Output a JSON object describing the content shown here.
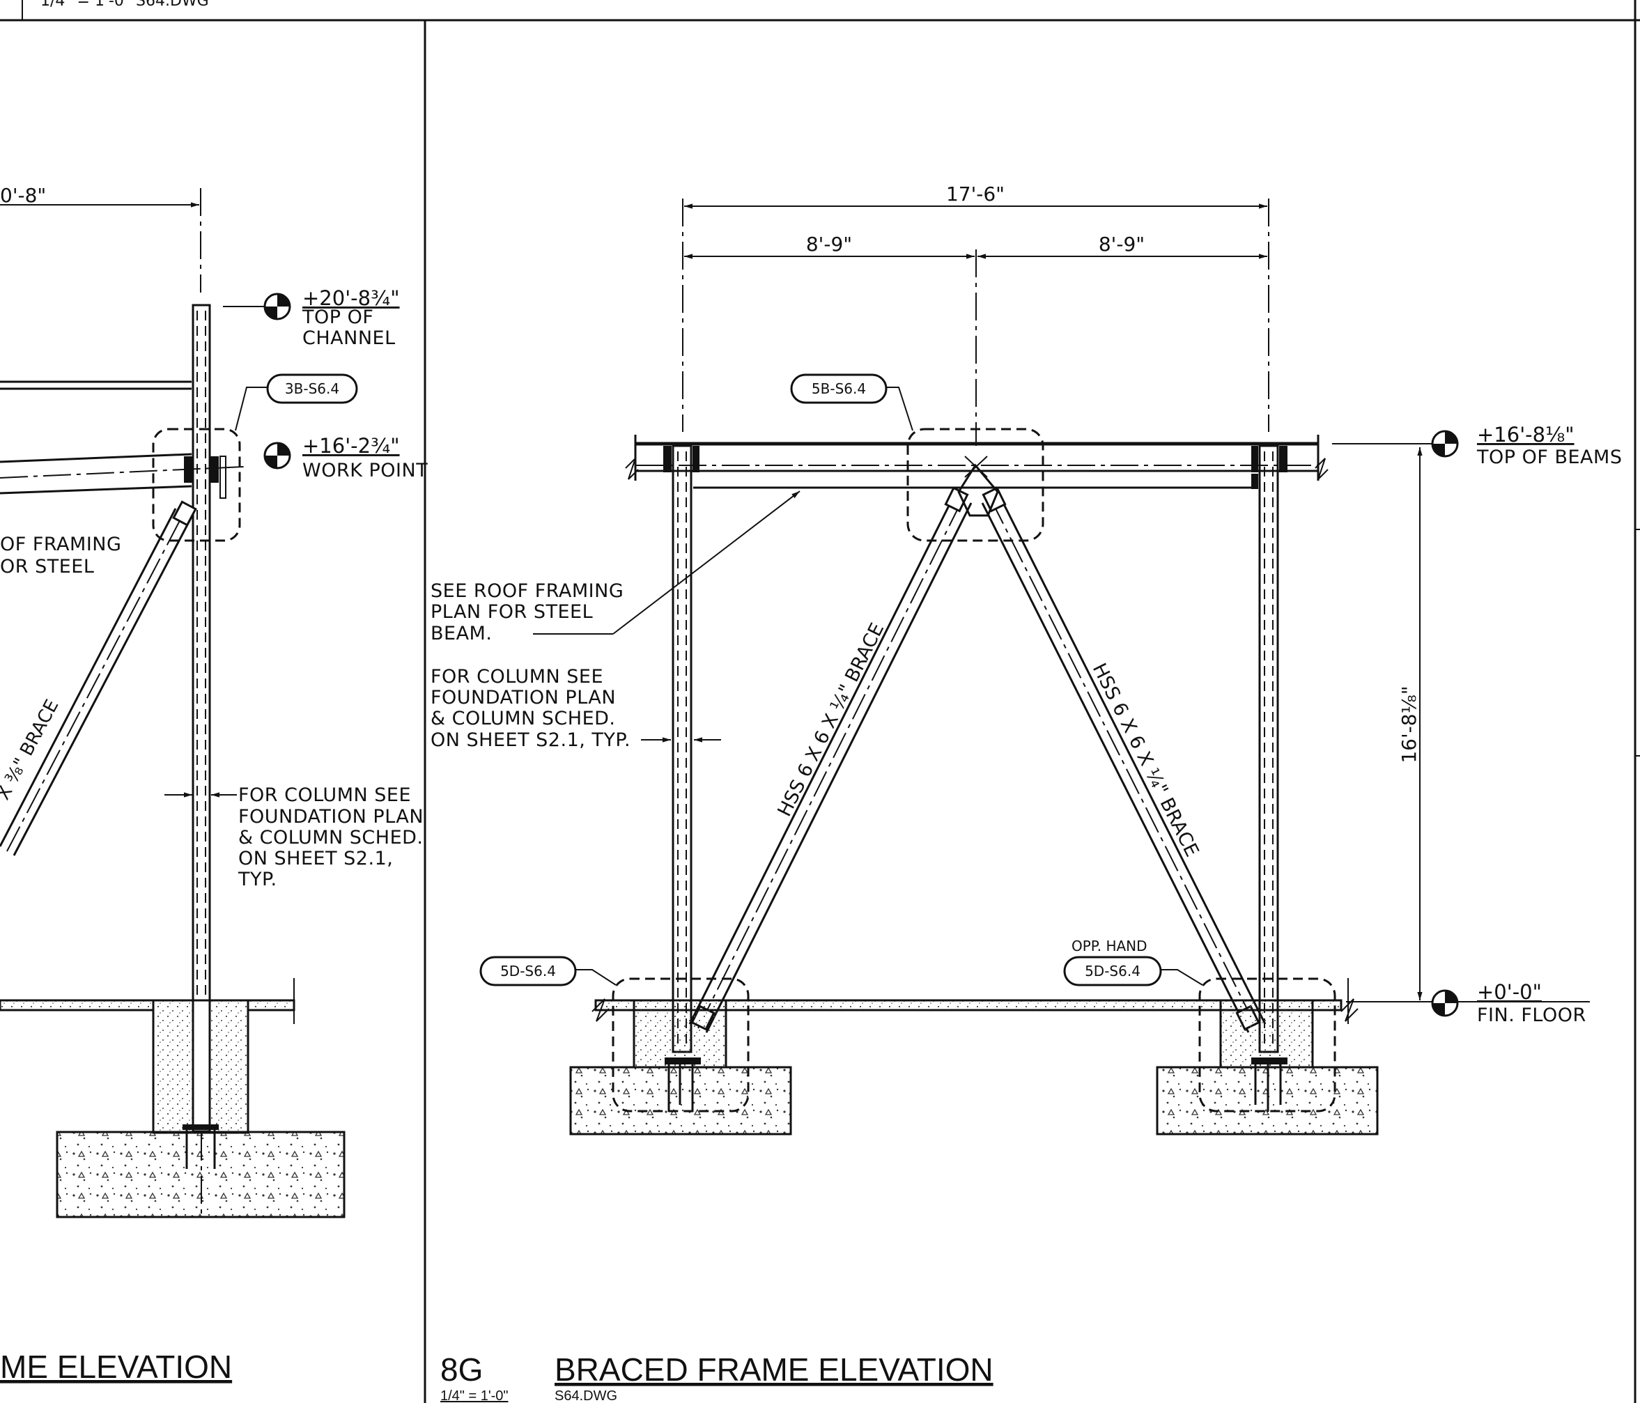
{
  "left_panel": {
    "top_ref_partial": "1/4\" = 1'-0\"    S64.DWG",
    "dim_partial": "0'-8\"",
    "elev_top_channel": {
      "value": "+20'-8¾\"",
      "line1": "TOP OF",
      "line2": "CHANNEL"
    },
    "elev_work_point": {
      "value": "+16'-2¾\"",
      "line1": "WORK POINT"
    },
    "tag_3b": "3B-S6.4",
    "roof_note_partial": [
      "OF FRAMING",
      "OR STEEL"
    ],
    "brace_partial": "X ⅜\" BRACE",
    "column_note": [
      "FOR COLUMN SEE",
      "FOUNDATION PLAN",
      "& COLUMN SCHED.",
      "ON SHEET S2.1,",
      "TYP."
    ],
    "title_partial": "ME ELEVATION"
  },
  "right_panel": {
    "dim_overall": "17'-6\"",
    "dim_left_half": "8'-9\"",
    "dim_right_half": "8'-9\"",
    "dim_height": "16'-8⅛\"",
    "tag_5b": "5B-S6.4",
    "tag_5d_left": "5D-S6.4",
    "tag_5d_right": "5D-S6.4",
    "opp_hand": "OPP. HAND",
    "elev_top_beams": {
      "value": "+16'-8⅛\"",
      "line1": "TOP OF BEAMS"
    },
    "elev_fin_floor": {
      "value": "+0'-0\"",
      "line1": "FIN. FLOOR"
    },
    "roof_note": [
      "SEE ROOF FRAMING",
      "PLAN FOR STEEL",
      "BEAM."
    ],
    "column_note": [
      "FOR COLUMN SEE",
      "FOUNDATION PLAN",
      "& COLUMN SCHED.",
      "ON SHEET S2.1, TYP."
    ],
    "brace_left": "HSS 6 X 6 X ¼\" BRACE",
    "brace_right": "HSS 6 X 6 X ¼\" BRACE",
    "title_number": "8G",
    "title": "BRACED FRAME ELEVATION",
    "title_scale": "1/4\" = 1'-0\"",
    "title_file": "S64.DWG"
  }
}
